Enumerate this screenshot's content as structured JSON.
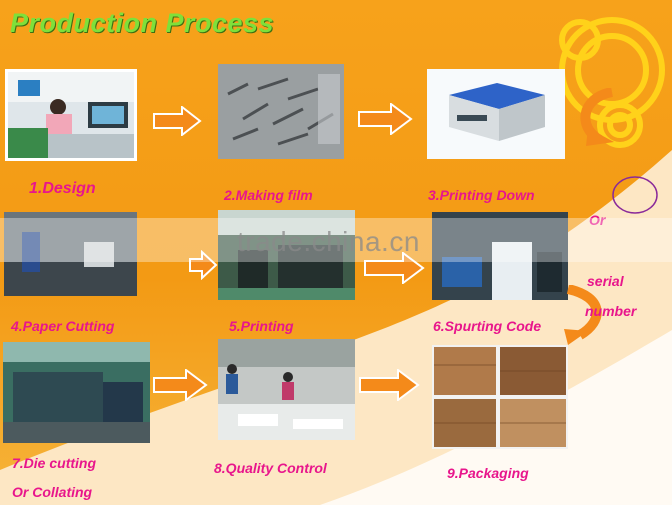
{
  "page": {
    "title": "Production Process",
    "watermark": "trade.china.cn"
  },
  "steps": [
    {
      "label": "1.Design",
      "image": "office-design-photo"
    },
    {
      "label": "2.Making film",
      "image": "film-strips-photo"
    },
    {
      "label": "3.Printing Down",
      "image": "exposure-machine-photo"
    },
    {
      "label": "4.Paper Cutting",
      "image": "paper-cutting-photo"
    },
    {
      "label": "5.Printing",
      "image": "printing-hall-photo"
    },
    {
      "label": "6.Spurting Code",
      "image": "coding-machine-photo"
    },
    {
      "label": "7.Die cutting",
      "label2": "Or Collating",
      "image": "die-cutting-photo"
    },
    {
      "label": "8.Quality Control",
      "image": "quality-control-photo"
    },
    {
      "label": "9.Packaging",
      "image": "packaging-cartons-photo"
    }
  ],
  "side_note": {
    "or": "Or",
    "serial": "serial",
    "number": "number"
  },
  "colors": {
    "title": "#7ee03a",
    "label": "#e8168c",
    "background": "#f7a21b",
    "arrow": "#f48a1a"
  }
}
